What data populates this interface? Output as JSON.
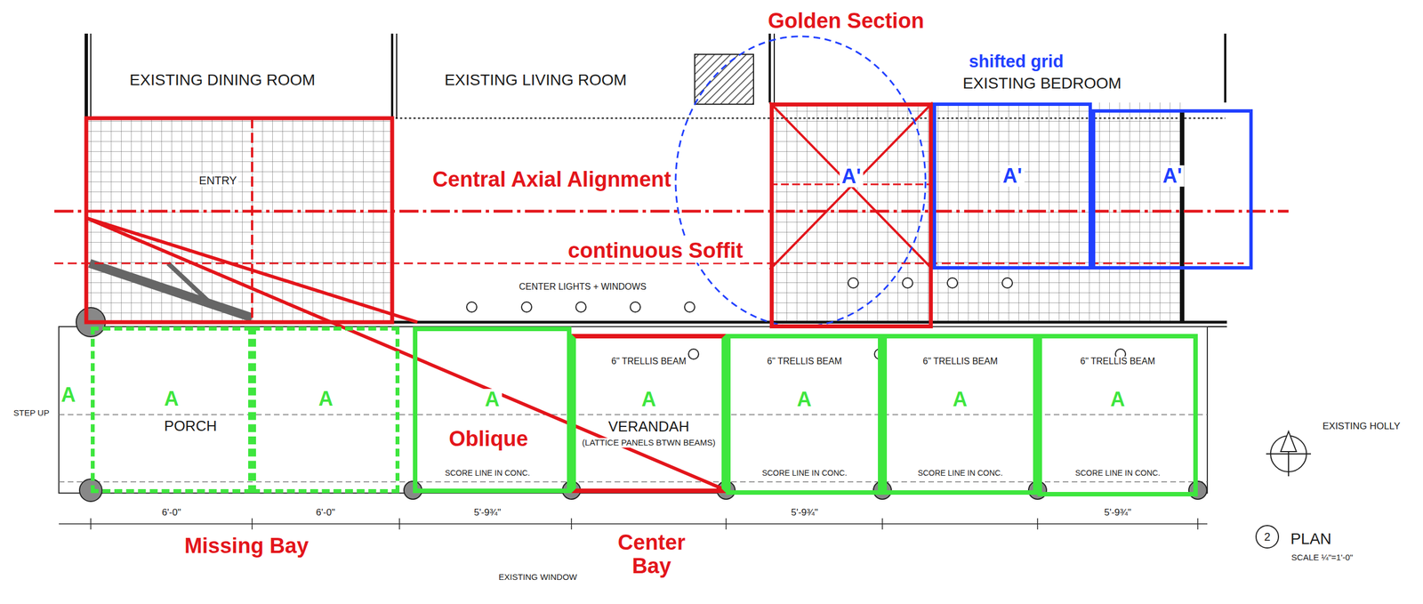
{
  "diagram": {
    "nodes": [
      {
        "text": [
          "A'"
        ]
      },
      {
        "text": [
          "A'"
        ]
      },
      {
        "text": [
          "A'"
        ]
      },
      {
        "text": [
          "A"
        ]
      },
      {
        "text": [
          "A"
        ]
      },
      {
        "text": [
          "A"
        ]
      },
      {
        "text": [
          "A"
        ]
      },
      {
        "text": [
          "A"
        ]
      },
      {
        "text": [
          "A"
        ]
      },
      {
        "text": [
          "A"
        ]
      }
    ],
    "labels": [
      "EXISTING DINING ROOM",
      "EXISTING LIVING ROOM",
      "EXISTING BEDROOM",
      "Golden Section",
      "shifted grid",
      "ENTRY",
      "Central Axial Alignment",
      "continuous Soffit",
      "CENTER LIGHTS + WINDOWS",
      "A",
      "PORCH",
      "VERANDAH",
      "(LATTICE PANELS BTWN BEAMS)",
      "Oblique",
      "6\" TRELLIS BEAM",
      "6\" TRELLIS BEAM",
      "6\" TRELLIS BEAM",
      "6\" TRELLIS BEAM",
      "SCORE LINE IN CONC.",
      "SCORE LINE IN CONC.",
      "SCORE LINE IN CONC.",
      "SCORE LINE IN CONC.",
      "STEP UP",
      "EXISTING HOLLY",
      "PLAN",
      "2",
      "SCALE ¼\"=1'-0\"",
      "6'-0\"",
      "6'-0\"",
      "5'-9¾\"",
      "5'-9¾\"",
      "5'-9¾\"",
      "Missing Bay",
      "Center Bay",
      "EXISTING WINDOW"
    ]
  }
}
